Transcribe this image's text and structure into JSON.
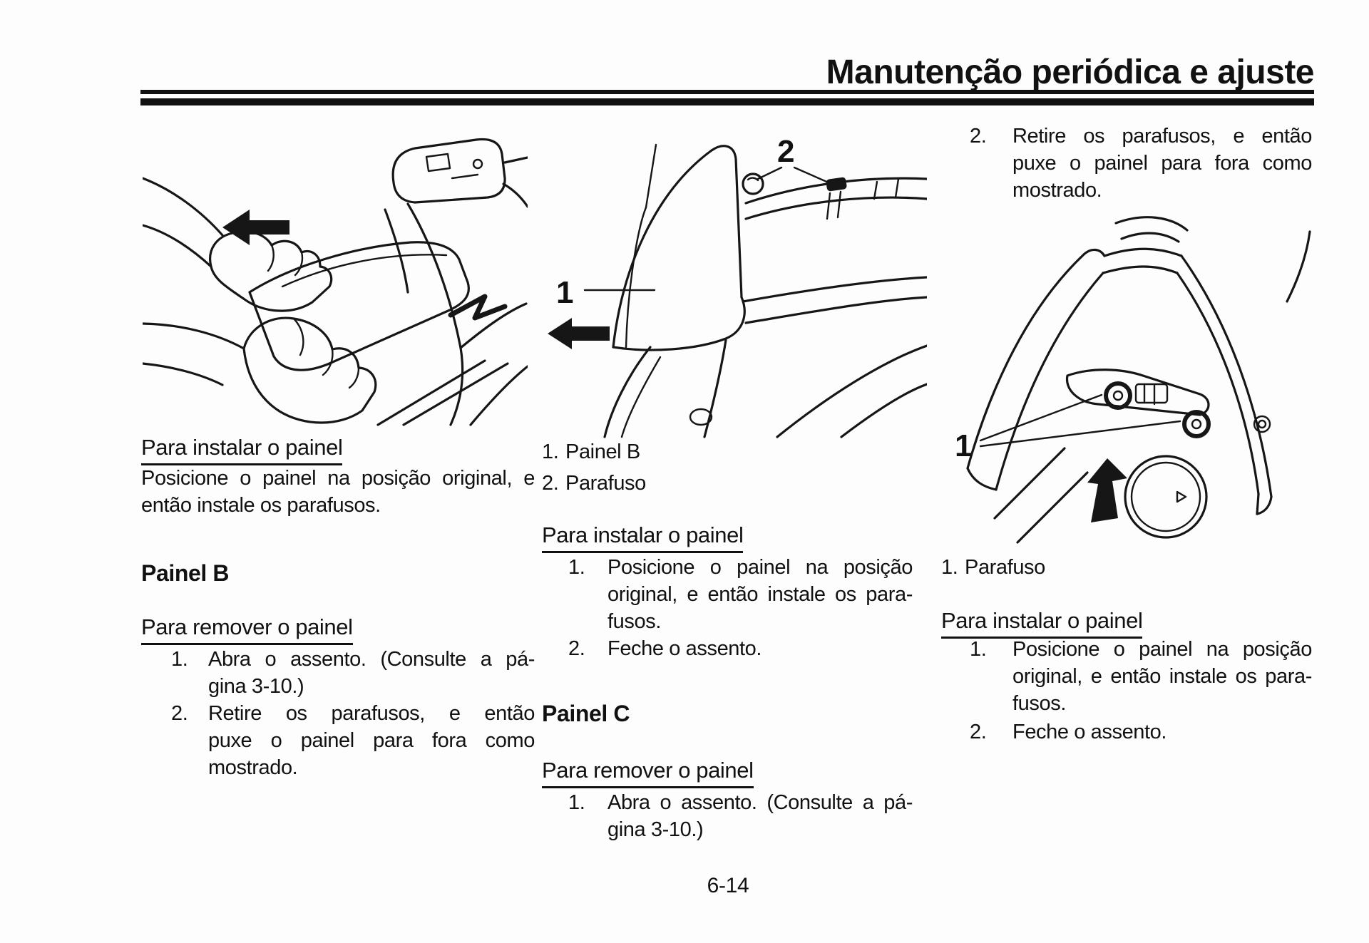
{
  "header": {
    "title": "Manutenção periódica e ajuste"
  },
  "footer": {
    "page_number": "6-14"
  },
  "left": {
    "install_heading": "Para instalar o painel",
    "install_lines": [
      "Posicione o painel na posição original, e",
      "então instale os parafusos."
    ],
    "panel_heading": "Painel B",
    "remove_heading": "Para remover o painel",
    "step1_num": "1.",
    "step1_lines": [
      "Abra o assento. (Consulte a pá-",
      "gina 3-10.)"
    ],
    "step2_num": "2.",
    "step2_lines": [
      "Retire os parafusos, e então",
      "puxe o painel para fora como",
      "mostrado."
    ]
  },
  "middle": {
    "figure_labels": {
      "panel": "1",
      "screw": "2"
    },
    "legend1_num": "1.",
    "legend1_text": "Painel B",
    "legend2_num": "2.",
    "legend2_text": "Parafuso",
    "install_heading": "Para instalar o painel",
    "step1_num": "1.",
    "step1_lines": [
      "Posicione o painel na posição",
      "original, e então instale os para-",
      "fusos."
    ],
    "step2_num": "2.",
    "step2_lines": [
      "Feche o assento."
    ],
    "panel_heading": "Painel C",
    "remove_heading": "Para remover o painel",
    "step3_num": "1.",
    "step3_lines": [
      "Abra o assento. (Consulte a pá-",
      "gina 3-10.)"
    ]
  },
  "right": {
    "figure_labels": {
      "screw": "1"
    },
    "cont_num": "2.",
    "cont_lines": [
      "Retire os parafusos, e então",
      "puxe o painel para fora como",
      "mostrado."
    ],
    "legend1_num": "1.",
    "legend1_text": "Parafuso",
    "install_heading": "Para instalar o painel",
    "step1_num": "1.",
    "step1_lines": [
      "Posicione o painel na posição",
      "original, e então instale os para-",
      "fusos."
    ],
    "step2_num": "2.",
    "step2_lines": [
      "Feche o assento."
    ]
  }
}
